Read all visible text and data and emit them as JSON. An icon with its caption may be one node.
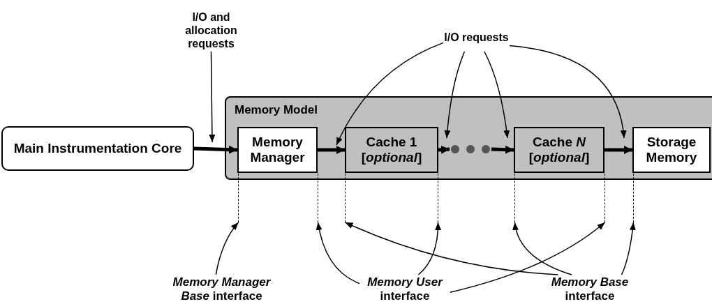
{
  "diagram": {
    "nodes": [
      {
        "text": [
          "I/O and allocation requests"
        ]
      },
      {
        "text": [
          "I/O requests"
        ]
      },
      {
        "text": [
          "Main Instrumentation Core"
        ]
      },
      {
        "text": [
          "Memory Model"
        ]
      },
      {
        "text": [
          "Memory Manager"
        ],
        "in": 3
      },
      {
        "text": [
          "Cache 1 [*optional*]"
        ],
        "in": 3
      },
      {
        "text": [],
        "shape": "dots",
        "in": 3
      },
      {
        "text": [
          "Cache *N* [*optional*]"
        ],
        "in": 3
      },
      {
        "text": [
          "Storage Memory"
        ],
        "in": 3
      },
      {
        "text": [],
        "shape": "line"
      },
      {
        "text": [],
        "shape": "line"
      },
      {
        "text": [],
        "shape": "line"
      },
      {
        "text": [],
        "shape": "line"
      },
      {
        "text": [],
        "shape": "line"
      },
      {
        "text": [],
        "shape": "line"
      },
      {
        "text": [],
        "shape": "line"
      },
      {
        "text": [
          "*Memory Manager Base* interface"
        ]
      },
      {
        "text": [
          "*Memory User* interface"
        ]
      },
      {
        "text": [
          "*Memory Base* interface"
        ]
      }
    ],
    "edges": [
      {
        "from": 2,
        "to": 4,
        "arrow": "to",
        "style": "thick"
      },
      {
        "from": 4,
        "to": 5,
        "arrow": "to",
        "style": "thick"
      },
      {
        "from": 5,
        "to": 6,
        "arrow": "to",
        "style": "thick"
      },
      {
        "from": 6,
        "to": 7,
        "arrow": "to",
        "style": "thick"
      },
      {
        "from": 7,
        "to": 8,
        "arrow": "to",
        "style": "thick"
      },
      {
        "from": 0,
        "to": 3,
        "arrow": "to"
      },
      {
        "from": 1,
        "to": 5,
        "arrow": "to"
      },
      {
        "from": 1,
        "to": 6,
        "arrow": "to"
      },
      {
        "from": 1,
        "to": 7,
        "arrow": "to"
      },
      {
        "from": 1,
        "to": 8,
        "arrow": "to"
      },
      {
        "from": 16,
        "to": 9,
        "arrow": "to"
      },
      {
        "from": 17,
        "to": 10,
        "arrow": "to"
      },
      {
        "from": 17,
        "to": 12,
        "arrow": "to"
      },
      {
        "from": 17,
        "to": 14,
        "arrow": "to"
      },
      {
        "from": 18,
        "to": 11,
        "arrow": "to"
      },
      {
        "from": 18,
        "to": 13,
        "arrow": "to"
      },
      {
        "from": 18,
        "to": 15,
        "arrow": "to"
      }
    ]
  }
}
